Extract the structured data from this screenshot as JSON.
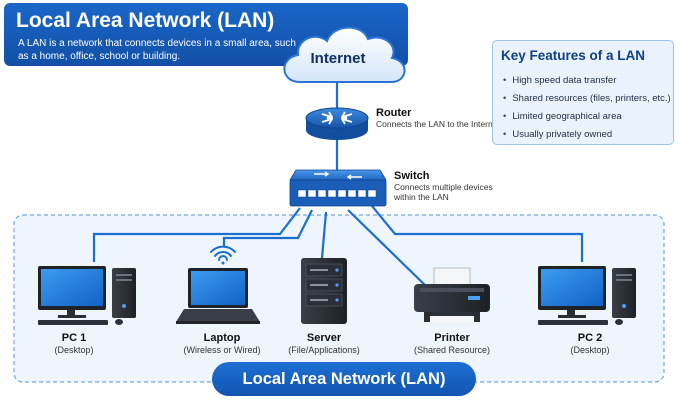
{
  "header": {
    "title": "Local Area Network (LAN)",
    "description": "A LAN is a network that connects devices in a small area, such as a home, office, school or building."
  },
  "key_features": {
    "title": "Key Features of a LAN",
    "items": [
      "High speed data transfer",
      "Shared resources (files, printers, etc.)",
      "Limited geographical area",
      "Usually privately owned"
    ]
  },
  "internet": {
    "label": "Internet"
  },
  "router": {
    "name": "Router",
    "description": "Connects the LAN to the Internet"
  },
  "switch": {
    "name": "Switch",
    "description_line1": "Connects multiple devices",
    "description_line2": "within the LAN"
  },
  "devices": [
    {
      "name": "PC 1",
      "description": "(Desktop)"
    },
    {
      "name": "Laptop",
      "description": "(Wireless or Wired)"
    },
    {
      "name": "Server",
      "description": "(File/Applications)"
    },
    {
      "name": "Printer",
      "description": "(Shared Resource)"
    },
    {
      "name": "PC 2",
      "description": "(Desktop)"
    }
  ],
  "lan_label": "Local Area Network (LAN)",
  "colors": {
    "primary_blue": "#1a66c9",
    "connection_line": "#1b6fd0",
    "zone_fill": "#eef5fd",
    "zone_border": "#6fa8e0"
  }
}
